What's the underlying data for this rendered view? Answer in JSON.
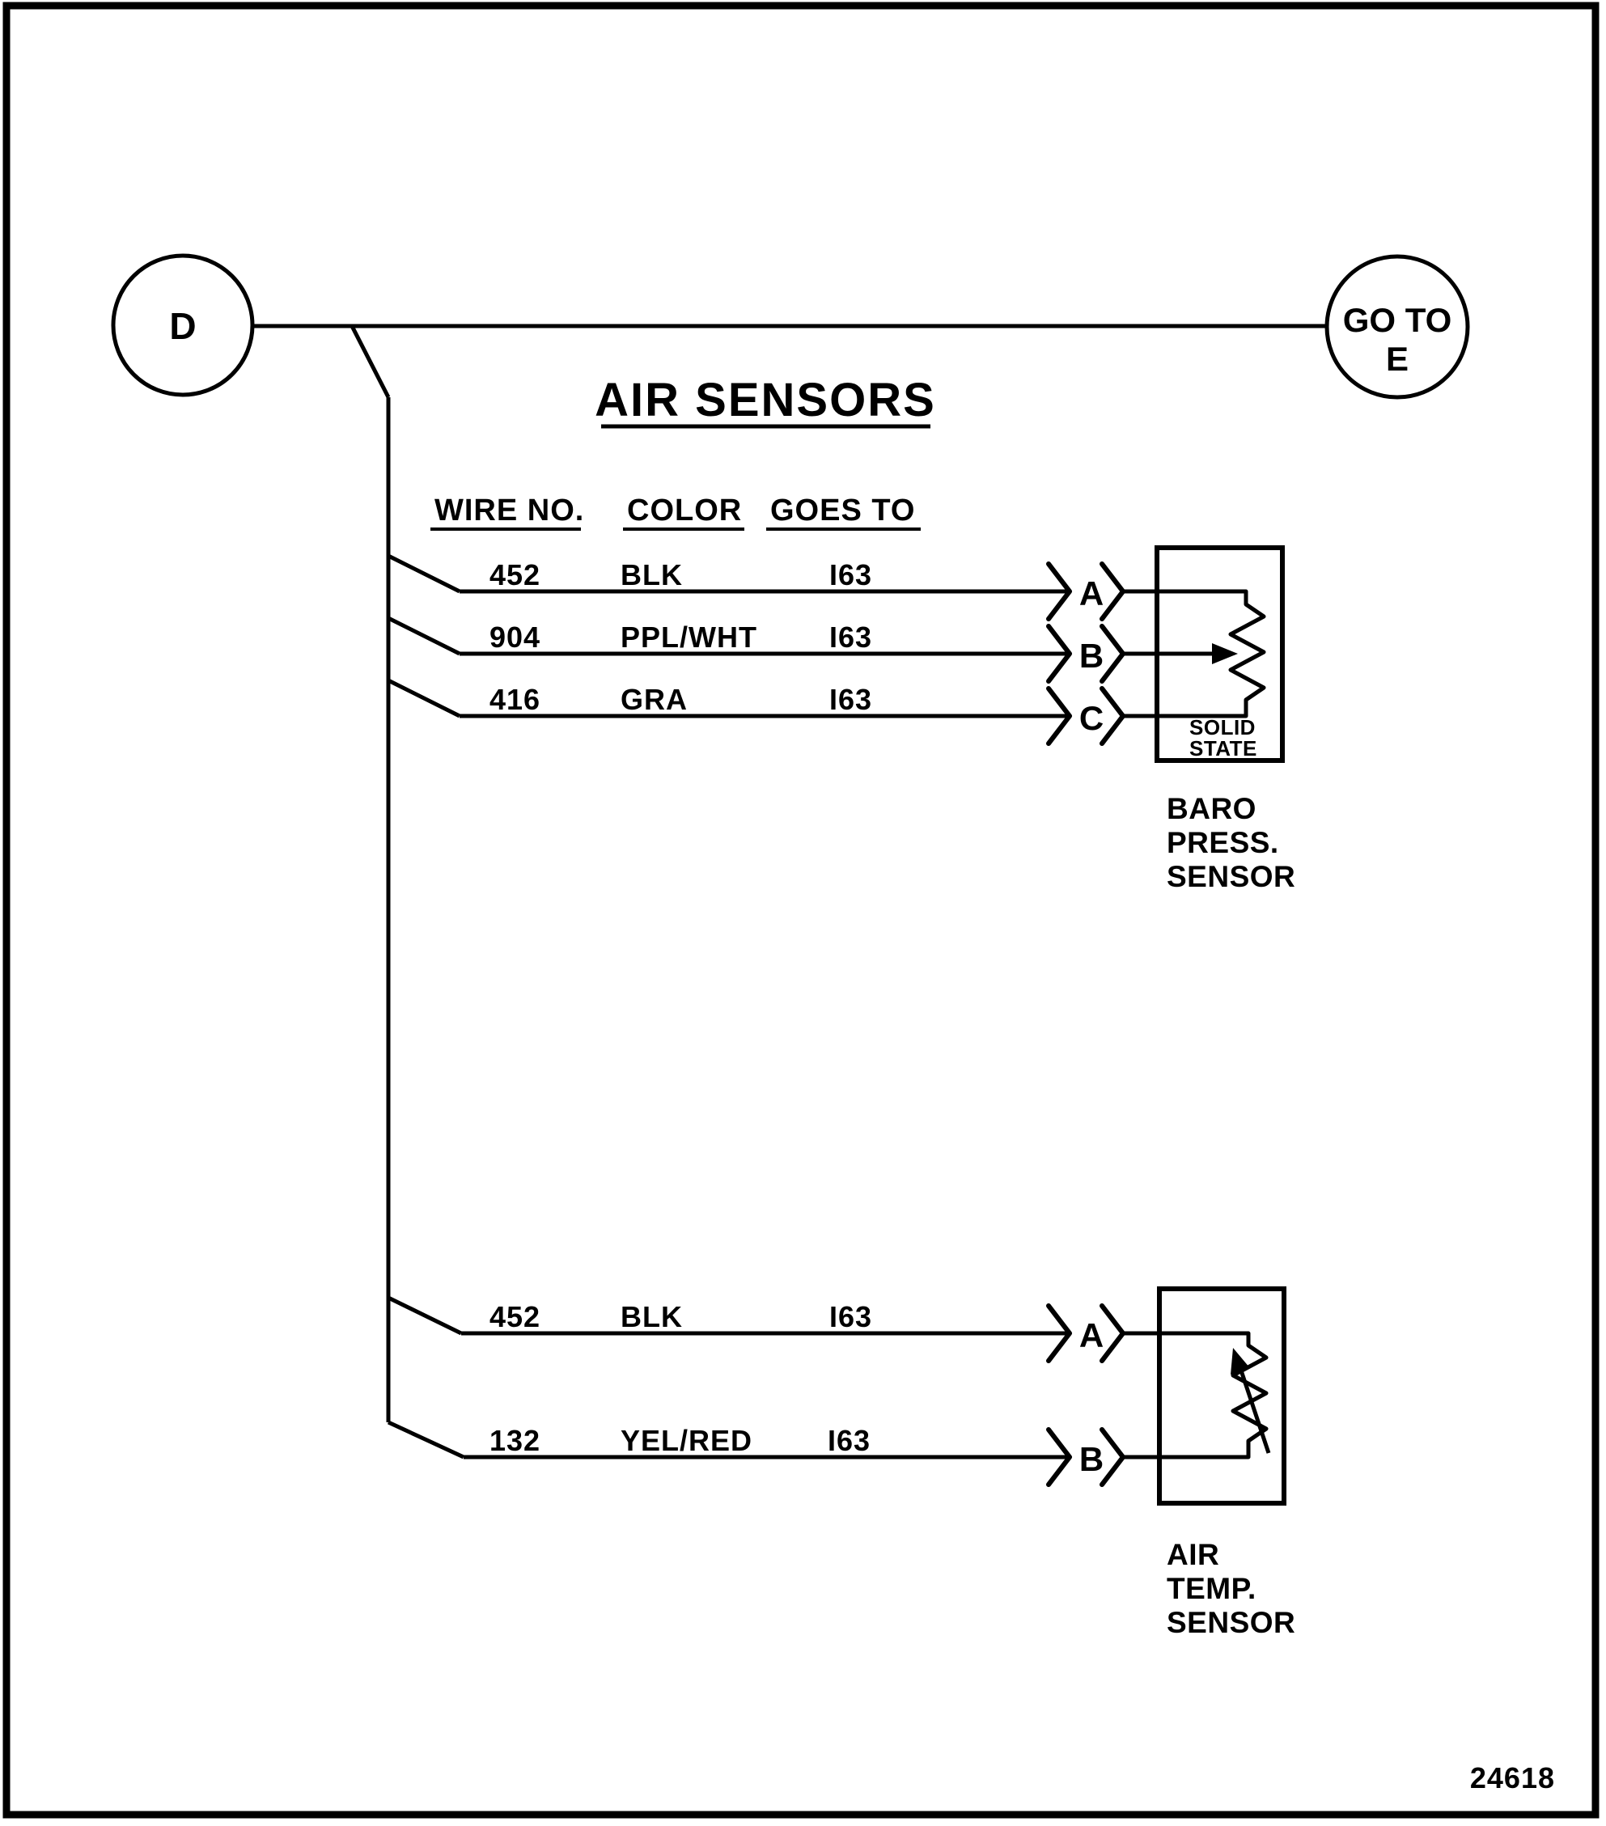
{
  "colors": {
    "ink": "#000000",
    "paper": "#ffffff"
  },
  "figure_number": "24618",
  "title": "AIR SENSORS",
  "nodes": {
    "from_label": "D",
    "to_line1": "GO TO",
    "to_line2": "E"
  },
  "table": {
    "headers": {
      "wire_no": "WIRE NO.",
      "color": "COLOR",
      "goes_to": "GOES TO"
    }
  },
  "baro_group": {
    "rows": [
      {
        "wire": "452",
        "color": "BLK",
        "goes_to": "I63",
        "pin": "A"
      },
      {
        "wire": "904",
        "color": "PPL/WHT",
        "goes_to": "I63",
        "pin": "B"
      },
      {
        "wire": "416",
        "color": "GRA",
        "goes_to": "I63",
        "pin": "C"
      }
    ],
    "box_text": {
      "line1": "SOLID",
      "line2": "STATE"
    },
    "label_lines": [
      "BARO",
      "PRESS.",
      "SENSOR"
    ]
  },
  "air_temp_group": {
    "rows": [
      {
        "wire": "452",
        "color": "BLK",
        "goes_to": "I63",
        "pin": "A"
      },
      {
        "wire": "132",
        "color": "YEL/RED",
        "goes_to": "I63",
        "pin": "B"
      }
    ],
    "label_lines": [
      "AIR",
      "TEMP.",
      "SENSOR"
    ]
  }
}
